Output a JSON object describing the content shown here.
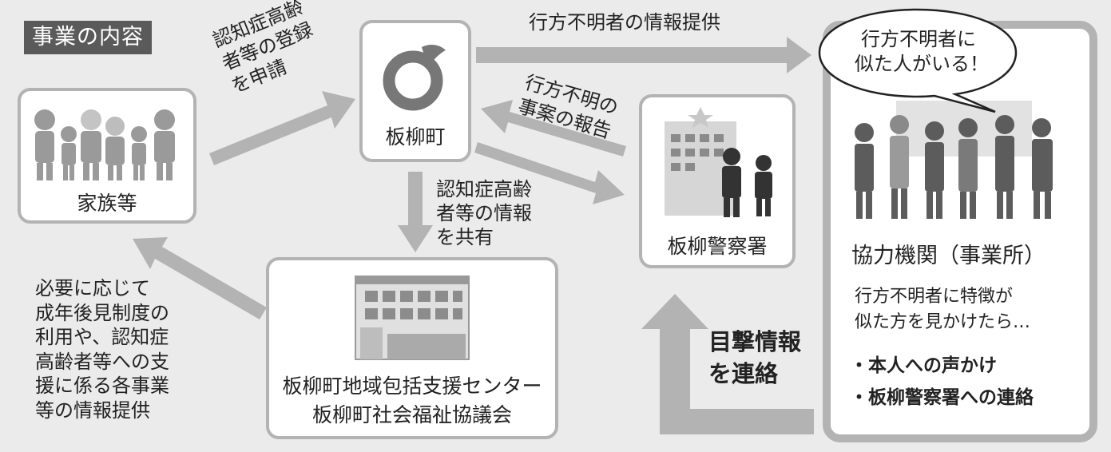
{
  "section_title": "事業の内容",
  "nodes": {
    "family": {
      "label": "家族等"
    },
    "town": {
      "label": "板柳町"
    },
    "police": {
      "label": "板柳警察署"
    },
    "center": {
      "lines": [
        "板柳町地域包括支援センター",
        "板柳町社会福祉協議会"
      ]
    },
    "partners": {
      "heading": "協力機関（事業所）",
      "description_lines": [
        "行方不明者に特徴が",
        "似た方を見かけたら…"
      ],
      "actions": [
        "・本人への声かけ",
        "・板柳警察署への連絡"
      ],
      "speech_bubble_lines": [
        "行方不明者に",
        "似た人がいる！"
      ]
    }
  },
  "edges": {
    "family_to_town": [
      "認知症高齢",
      "者等の登録",
      "を申請"
    ],
    "town_to_partners": [
      "行方不明者の情報提供"
    ],
    "police_to_town": [
      "行方不明の",
      "事案の報告"
    ],
    "town_to_center": [
      "認知症高齢",
      "者等の情報",
      "を共有"
    ],
    "center_to_family": [
      "必要に応じて",
      "成年後見制度の",
      "利用や、認知症",
      "高齢者等への支",
      "援に係る各事業",
      "等の情報提供"
    ],
    "partners_to_police": [
      "目撃情報",
      "を連絡"
    ]
  }
}
